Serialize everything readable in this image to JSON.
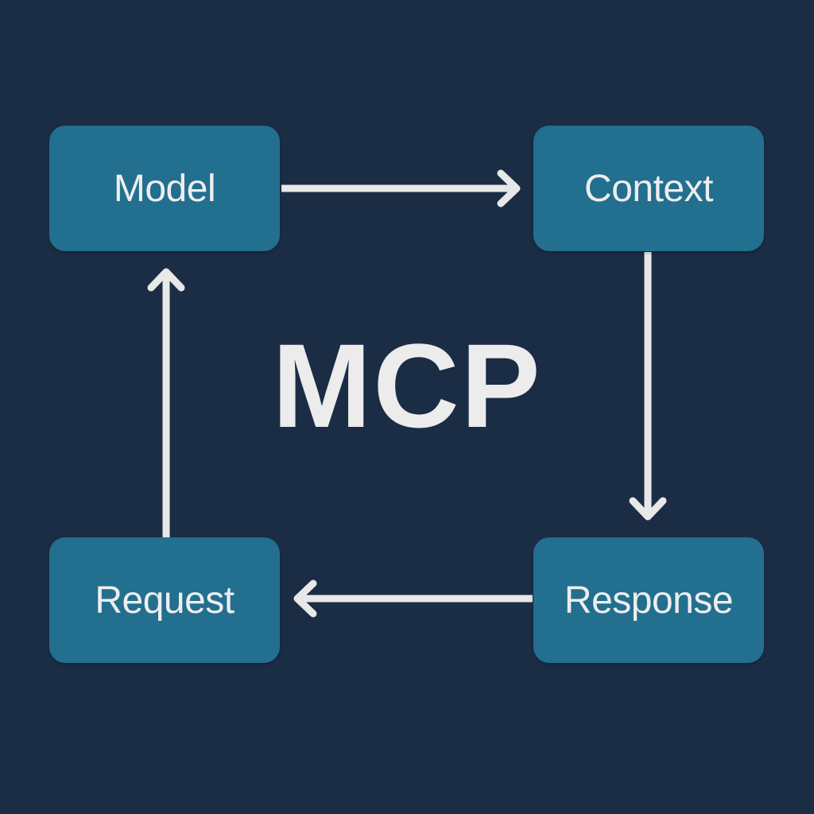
{
  "diagram": {
    "title": "MCP",
    "nodes": {
      "model": "Model",
      "context": "Context",
      "response": "Response",
      "request": "Request"
    },
    "edges": [
      {
        "from": "Model",
        "to": "Context"
      },
      {
        "from": "Context",
        "to": "Response"
      },
      {
        "from": "Response",
        "to": "Request"
      },
      {
        "from": "Request",
        "to": "Model"
      }
    ],
    "colors": {
      "background": "#1b2d45",
      "node_fill": "#226f8f",
      "text": "#eeeeee",
      "arrow": "#e8e8e8"
    }
  }
}
